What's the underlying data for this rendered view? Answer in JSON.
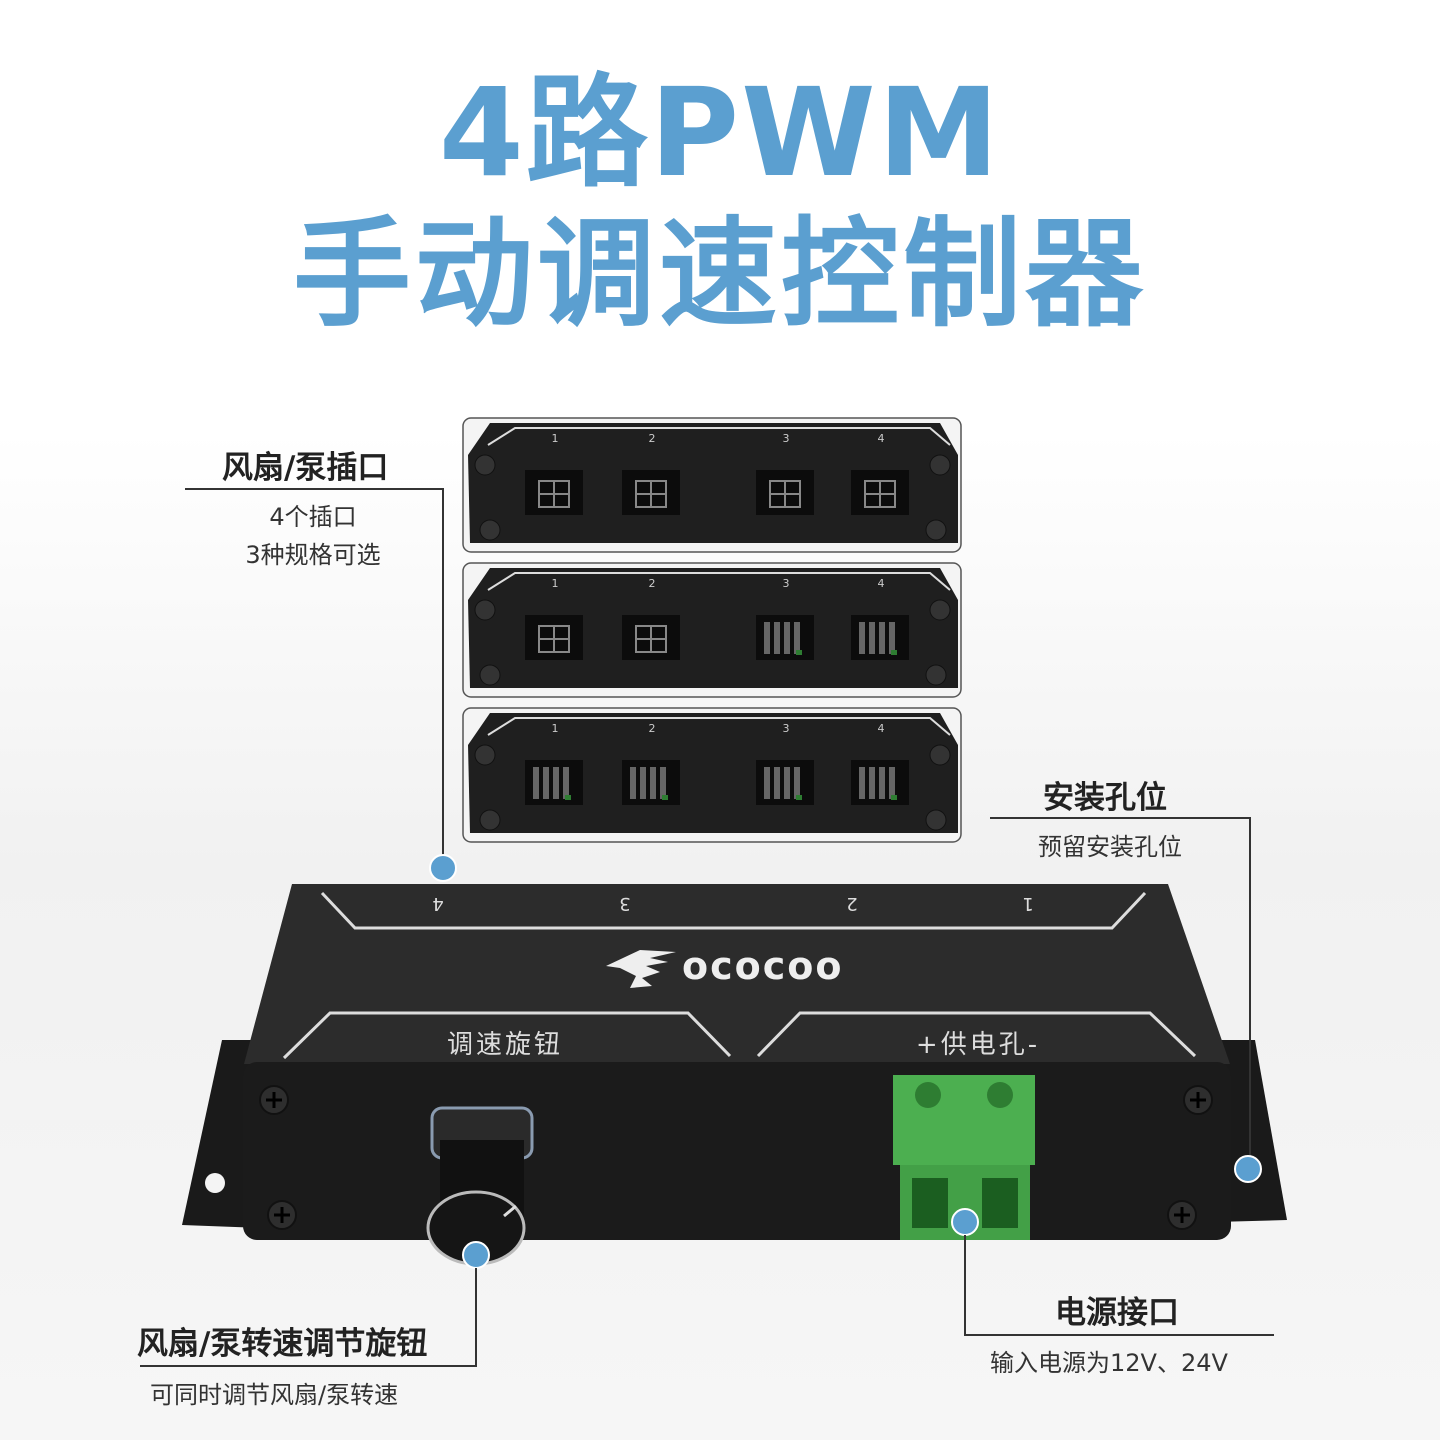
{
  "title": {
    "line1": "4路PWM",
    "line2": "手动调速控制器"
  },
  "callouts": {
    "fan_ports": {
      "title": "风扇/泵插口",
      "desc1": "4个插口",
      "desc2": "3种规格可选"
    },
    "mount_holes": {
      "title": "安装孔位",
      "desc": "预留安装孔位"
    },
    "knob": {
      "title": "风扇/泵转速调节旋钮",
      "desc": "可同时调节风扇/泵转速"
    },
    "power": {
      "title": "电源接口",
      "desc": "输入电源为12V、24V"
    }
  },
  "device": {
    "brand": "ococoo",
    "knob_label": "调速旋钮",
    "power_label": "+供电孔-",
    "top_port_numbers": [
      "4",
      "3",
      "2",
      "1"
    ]
  },
  "port_panels": {
    "numbers": [
      "1",
      "2",
      "3",
      "4"
    ],
    "variants": [
      [
        "grid",
        "grid",
        "grid",
        "grid"
      ],
      [
        "grid",
        "grid",
        "slot",
        "slot"
      ],
      [
        "slot",
        "slot",
        "slot",
        "slot"
      ]
    ]
  },
  "colors": {
    "accent": "#5b9fd0",
    "terminal": "#4caf50",
    "device": "#1e1e1e"
  }
}
